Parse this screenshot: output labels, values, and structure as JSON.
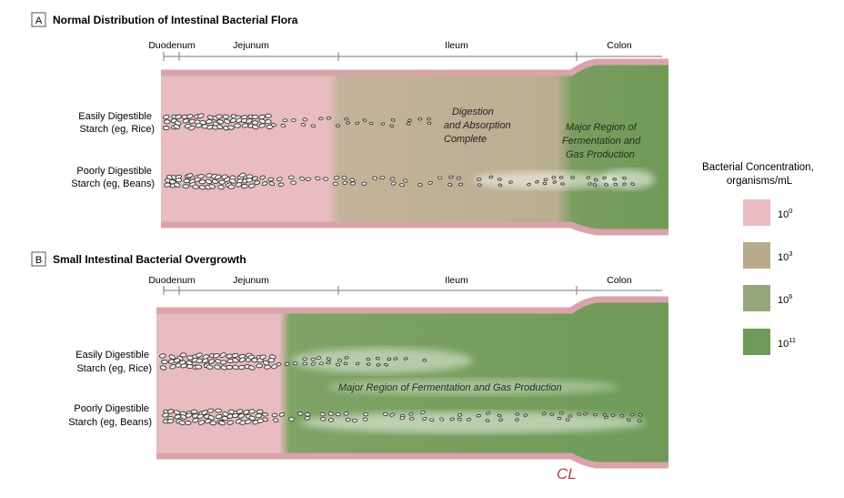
{
  "panel_a": {
    "letter": "A",
    "title": "Normal Distribution of Intestinal Bacterial Flora",
    "segments": [
      "Duodenum",
      "Jejunum",
      "Ileum",
      "Colon"
    ],
    "row1_label": [
      "Easily Digestible",
      "Starch (eg, Rice)"
    ],
    "row2_label": [
      "Poorly Digestible",
      "Starch (eg, Beans)"
    ],
    "note1": [
      "Digestion",
      "and Absorption",
      "Complete"
    ],
    "note2": [
      "Major Region of",
      "Fermentation and",
      "Gas Production"
    ]
  },
  "panel_b": {
    "letter": "B",
    "title": "Small Intestinal Bacterial Overgrowth",
    "segments": [
      "Duodenum",
      "Jejunum",
      "Ileum",
      "Colon"
    ],
    "row1_label": [
      "Easily Digestible",
      "Starch (eg, Rice)"
    ],
    "row2_label": [
      "Poorly Digestible",
      "Starch (eg, Beans)"
    ],
    "note": "Major Region of Fermentation and Gas Production"
  },
  "legend": {
    "title": [
      "Bacterial Concentration,",
      "organisms/mL"
    ],
    "items": [
      {
        "base": "10",
        "exp": "0",
        "color": "#e8bcc0"
      },
      {
        "base": "10",
        "exp": "3",
        "color": "#b8ab8c"
      },
      {
        "base": "10",
        "exp": "6",
        "color": "#93a77a"
      },
      {
        "base": "10",
        "exp": "11",
        "color": "#6f9a58"
      }
    ]
  },
  "signature": "CL",
  "colors": {
    "pink": "#e8bcc0",
    "tan": "#b8ab8c",
    "green": "#6f9a58",
    "wall": "#d9a3a9"
  }
}
